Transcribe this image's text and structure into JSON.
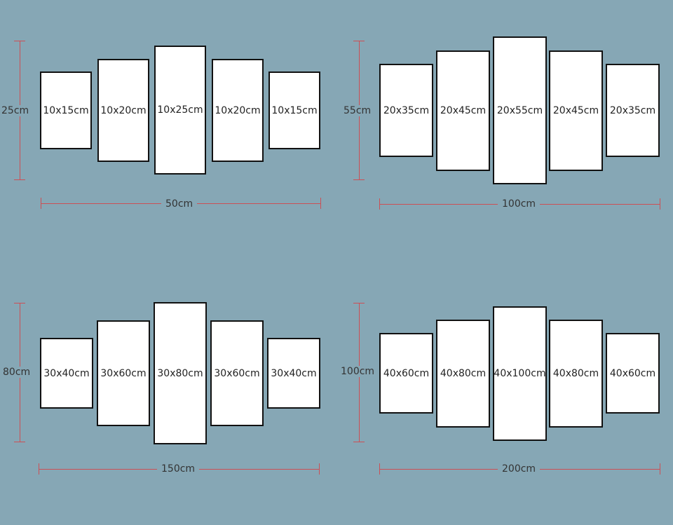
{
  "colors": {
    "background": "#86a7b5",
    "panel_fill": "#ffffff",
    "panel_border": "#111111",
    "dimension_line": "#cc4f55"
  },
  "sets": [
    {
      "height_label": "25cm",
      "width_label": "50cm",
      "panels": [
        "10x15cm",
        "10x20cm",
        "10x25cm",
        "10x20cm",
        "10x15cm"
      ]
    },
    {
      "height_label": "55cm",
      "width_label": "100cm",
      "panels": [
        "20x35cm",
        "20x45cm",
        "20x55cm",
        "20x45cm",
        "20x35cm"
      ]
    },
    {
      "height_label": "80cm",
      "width_label": "150cm",
      "panels": [
        "30x40cm",
        "30x60cm",
        "30x80cm",
        "30x60cm",
        "30x40cm"
      ]
    },
    {
      "height_label": "100cm",
      "width_label": "200cm",
      "panels": [
        "40x60cm",
        "40x80cm",
        "40x100cm",
        "40x80cm",
        "40x60cm"
      ]
    }
  ]
}
